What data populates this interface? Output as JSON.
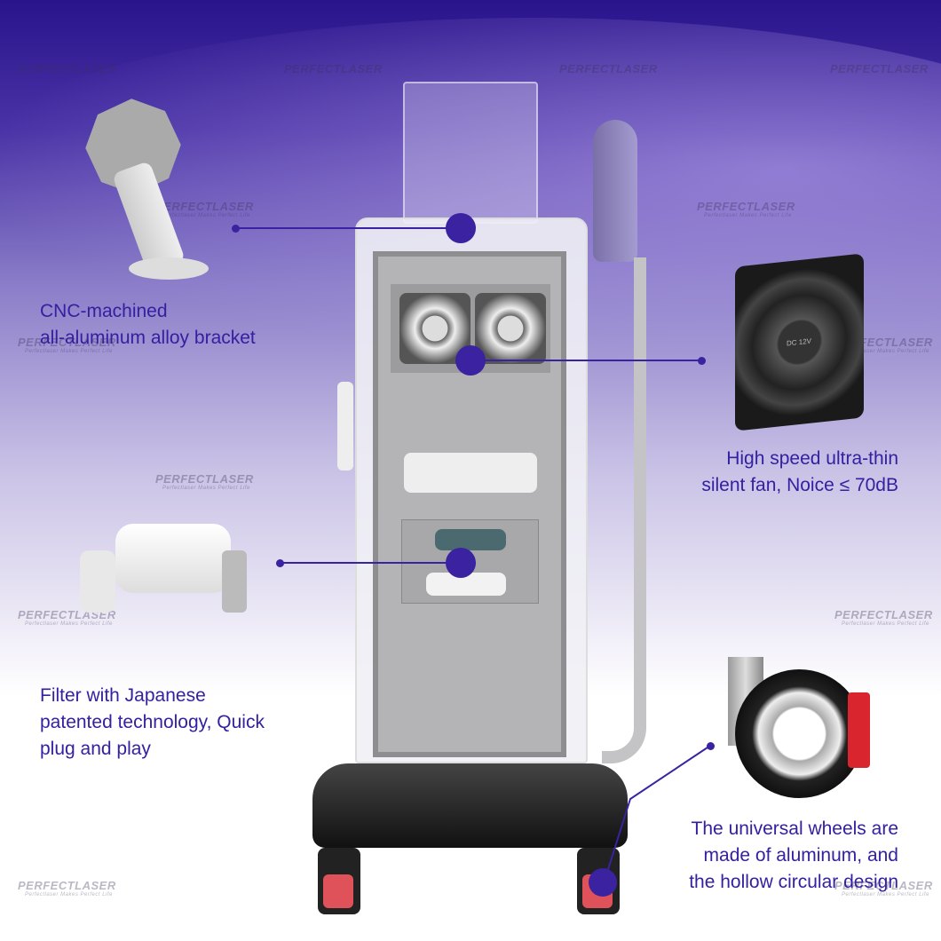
{
  "watermark": {
    "brand": "PERFECTLASER",
    "tagline": "Perfectlaser Makes Perfect Life"
  },
  "callouts": {
    "bracket": [
      "CNC-machined",
      "all-aluminum alloy bracket"
    ],
    "fan": [
      "High speed ultra-thin",
      "silent fan, Noice ≤ 70dB"
    ],
    "filter": [
      "Filter with Japanese",
      "patented technology, Quick",
      "plug and play"
    ],
    "wheels": [
      "The universal wheels are",
      "made of aluminum, and",
      "the hollow circular design"
    ]
  },
  "fan_label": "DC 12V",
  "colors": {
    "accent": "#3a22a0",
    "text": "#3420a0",
    "wheel_red": "#e0525a"
  }
}
